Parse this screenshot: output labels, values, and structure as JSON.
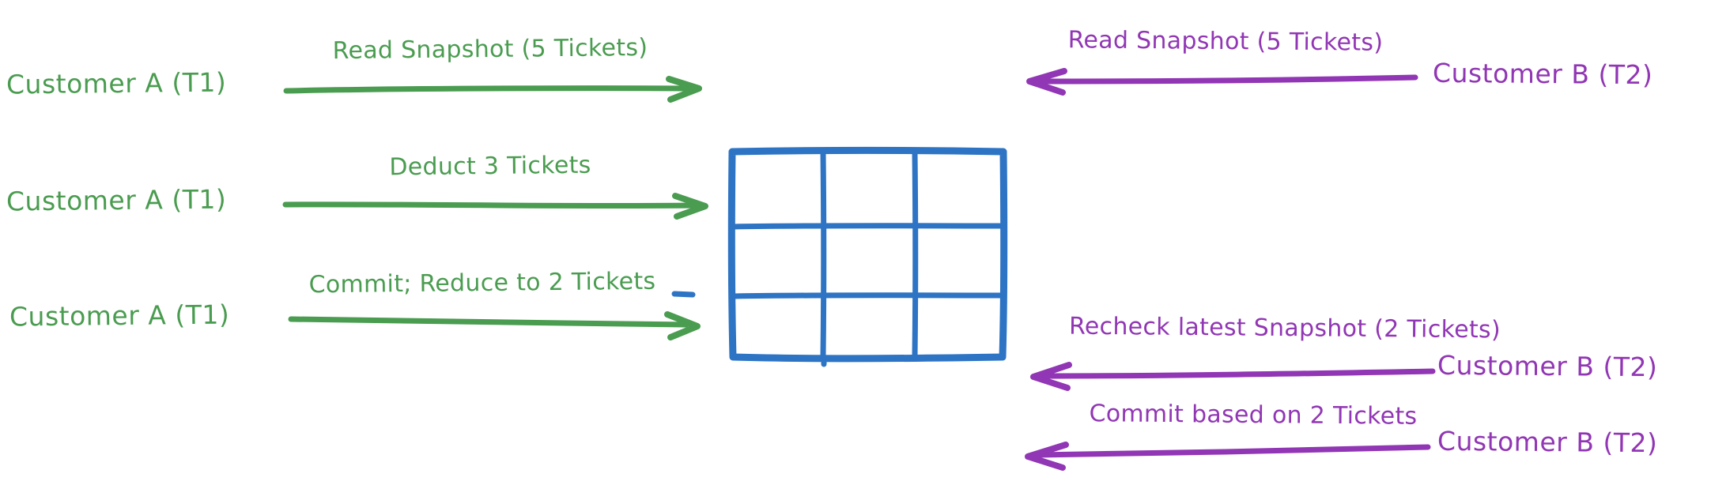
{
  "colors": {
    "background": "#ffffff",
    "green": "#4a9c50",
    "purple": "#9136b4",
    "blue": "#2e74c4"
  },
  "diagram": {
    "left": {
      "actor": "Customer A (T1)",
      "transaction": "T1",
      "arrow_direction": "right",
      "steps": [
        {
          "label": "Read Snapshot (5 Tickets)"
        },
        {
          "label": "Deduct 3 Tickets"
        },
        {
          "label": "Commit; Reduce to 2 Tickets"
        }
      ]
    },
    "right": {
      "actor": "Customer B (T2)",
      "transaction": "T2",
      "arrow_direction": "left",
      "steps": [
        {
          "label": "Read Snapshot (5 Tickets)"
        },
        {
          "label": "Recheck latest Snapshot (2 Tickets)"
        },
        {
          "label": "Commit based on 2 Tickets"
        }
      ]
    },
    "table": {
      "rows": 3,
      "cols": 3
    }
  }
}
